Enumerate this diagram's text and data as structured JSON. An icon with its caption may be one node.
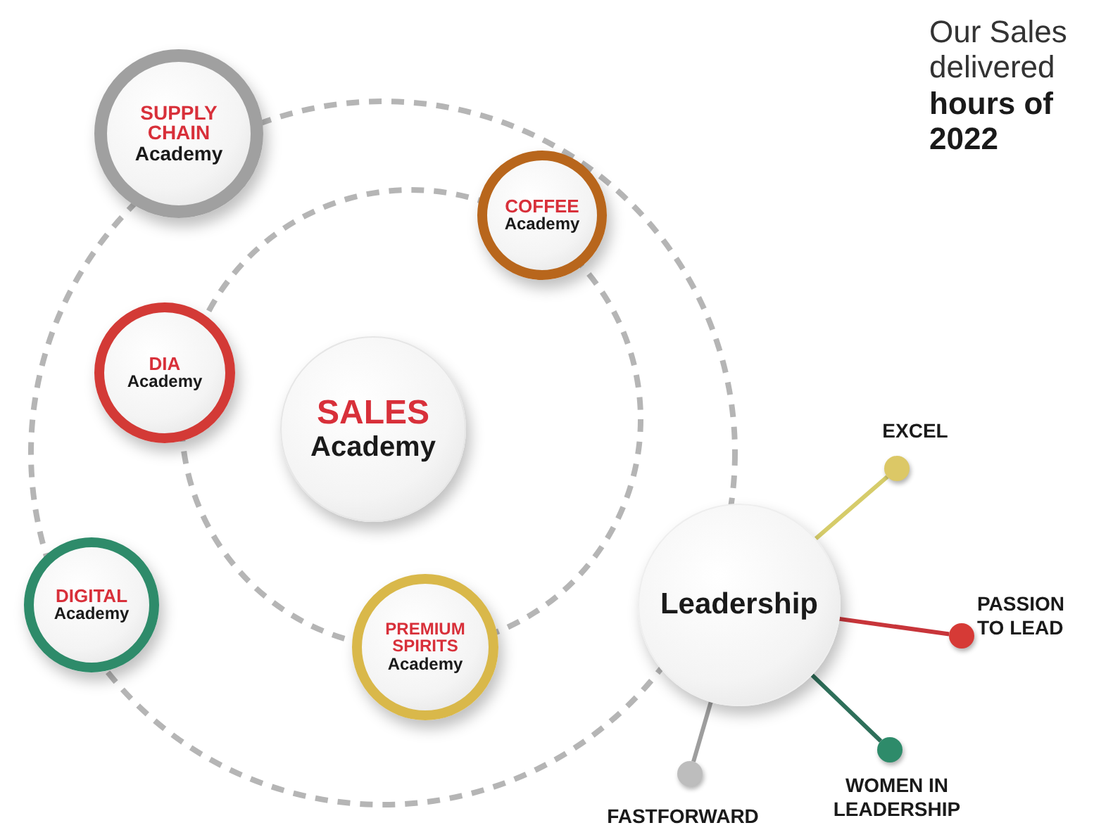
{
  "diagram": {
    "nodes": [
      {
        "text": [
          "SUPPLY CHAIN",
          "Academy"
        ]
      },
      {
        "text": [
          "COFFEE",
          "Academy"
        ]
      },
      {
        "text": [
          "DIA",
          "Academy"
        ]
      },
      {
        "text": [
          "SALES",
          "Academy"
        ]
      },
      {
        "text": [
          "Leadership"
        ]
      },
      {
        "text": [
          "DIGITAL",
          "Academy"
        ]
      },
      {
        "text": [
          "PREMIUM SPIRITS",
          "Academy"
        ]
      },
      {
        "text": [],
        "shape": "circle",
        "beside": [
          "EXCEL"
        ]
      },
      {
        "text": [],
        "shape": "circle",
        "beside": [
          "PASSION TO LEAD"
        ]
      },
      {
        "text": [],
        "shape": "circle",
        "beside": [
          "WOMEN IN LEADERSHIP"
        ]
      },
      {
        "text": [],
        "shape": "circle",
        "beside": [
          "FASTFORWARD"
        ]
      }
    ],
    "edges": [
      {
        "from": 4,
        "to": 7,
        "arrow": "none",
        "color": "#d6cc6a"
      },
      {
        "from": 4,
        "to": 8,
        "arrow": "none",
        "color": "#c8353a"
      },
      {
        "from": 4,
        "to": 9,
        "arrow": "none",
        "color": "#2e6f5a"
      },
      {
        "from": 4,
        "to": 10,
        "arrow": "none",
        "color": "#9e9e9e"
      }
    ],
    "labels": [
      "Our Sales delivered **hours of 2022**"
    ]
  }
}
